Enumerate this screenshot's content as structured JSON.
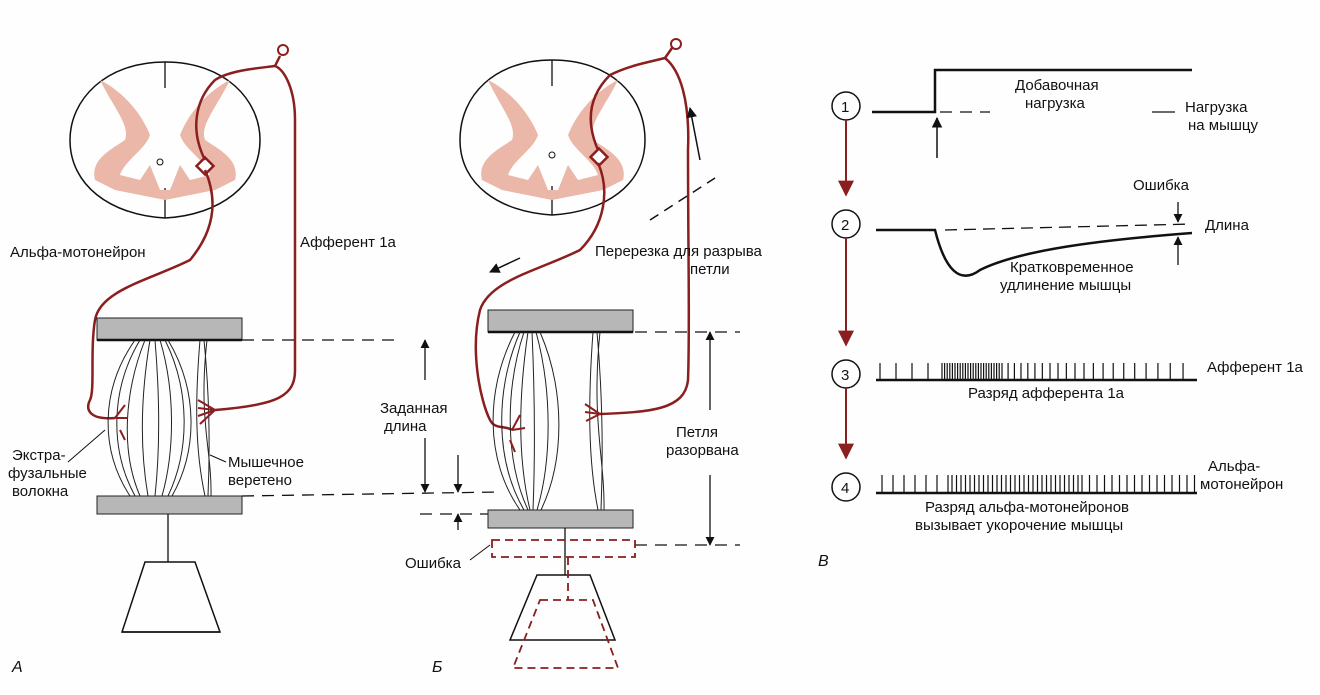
{
  "colors": {
    "nerve": "#8b1e1e",
    "gray_matter": "#eab7a8",
    "plate": "#b7b7b7",
    "ink": "#111111",
    "arrow_red": "#8b1e1e"
  },
  "panels": {
    "a": "А",
    "b": "Б",
    "c": "В"
  },
  "panel_a": {
    "alpha_motoneuron": "Альфа-мотонейрон",
    "afferent": "Афферент 1а",
    "extrafusal": [
      "Экстра-",
      "фузальные",
      "волокна"
    ],
    "spindle": [
      "Мышечное",
      "веретено"
    ]
  },
  "panel_b": {
    "cut": "Перерезка для разрыва",
    "cut2": "петли",
    "set_length": [
      "Заданная",
      "длина"
    ],
    "loop_broken": [
      "Петля",
      "разорвана"
    ],
    "error": "Ошибка"
  },
  "panel_c": {
    "step1": {
      "num": "1",
      "top": [
        "Добавочная",
        "нагрузка"
      ],
      "right": [
        "Нагрузка",
        "на мышцу"
      ]
    },
    "step2": {
      "num": "2",
      "error": "Ошибка",
      "right": "Длина",
      "bottom": [
        "Кратковременное",
        "удлинение мышцы"
      ]
    },
    "step3": {
      "num": "3",
      "right": "Афферент 1а",
      "bottom": "Разряд афферента 1а"
    },
    "step4": {
      "num": "4",
      "right": [
        "Альфа-",
        "мотонейрон"
      ],
      "bottom": [
        "Разряд  альфа-мотонейронов",
        "вызывает укорочение мышцы"
      ]
    }
  }
}
